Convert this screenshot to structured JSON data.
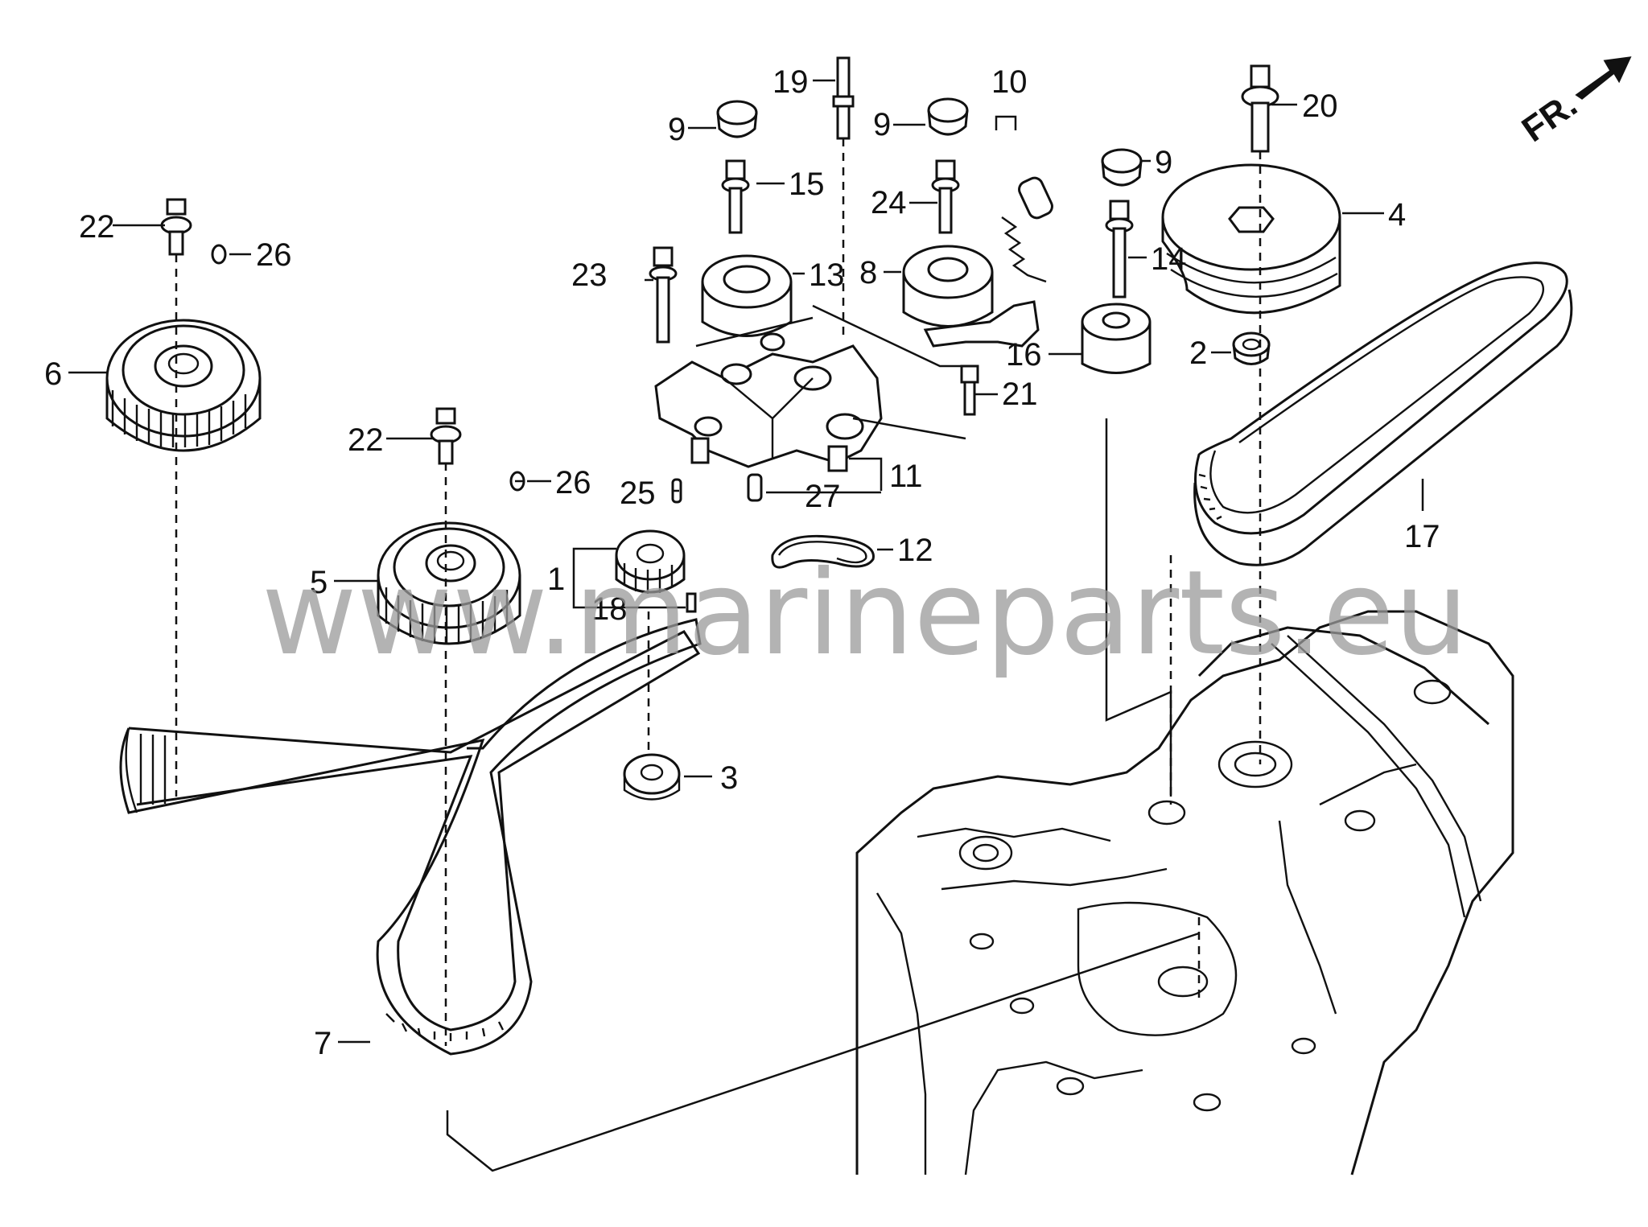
{
  "watermark": "www.marineparts.eu",
  "front_indicator": "FR.",
  "callouts": {
    "c1": "1",
    "c2": "2",
    "c3": "3",
    "c4": "4",
    "c5": "5",
    "c6": "6",
    "c7": "7",
    "c8": "8",
    "c9a": "9",
    "c9b": "9",
    "c9c": "9",
    "c10": "10",
    "c11": "11",
    "c12": "12",
    "c13": "13",
    "c14": "14",
    "c15": "15",
    "c16": "16",
    "c17": "17",
    "c18": "18",
    "c19": "19",
    "c20": "20",
    "c21": "21",
    "c22a": "22",
    "c22b": "22",
    "c23": "23",
    "c24": "24",
    "c25": "25",
    "c26a": "26",
    "c26b": "26",
    "c27": "27"
  }
}
